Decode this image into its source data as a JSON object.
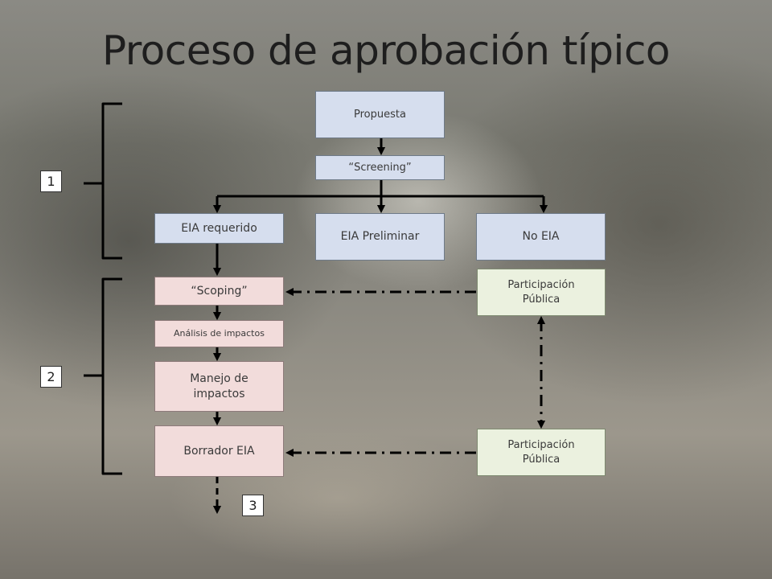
{
  "title": "Proceso de aprobación típico",
  "boxes": {
    "propuesta": "Propuesta",
    "screening": "“Screening”",
    "eia_requerido": "EIA requerido",
    "eia_preliminar": "EIA Preliminar",
    "no_eia": "No EIA",
    "scoping": "“Scoping”",
    "analisis": "Análisis de impactos",
    "manejo_line1": "Manejo de",
    "manejo_line2": "impactos",
    "borrador": "Borrador EIA",
    "participacion1_line1": "Participación",
    "participacion1_line2": "Pública",
    "participacion2_line1": "Participación",
    "participacion2_line2": "Pública"
  },
  "stages": {
    "stage1": "1",
    "stage2": "2",
    "stage3": "3"
  },
  "colors": {
    "blue_box": "#d6deee",
    "pink_box": "#f2dcdb",
    "green_box": "#ebf1df"
  }
}
